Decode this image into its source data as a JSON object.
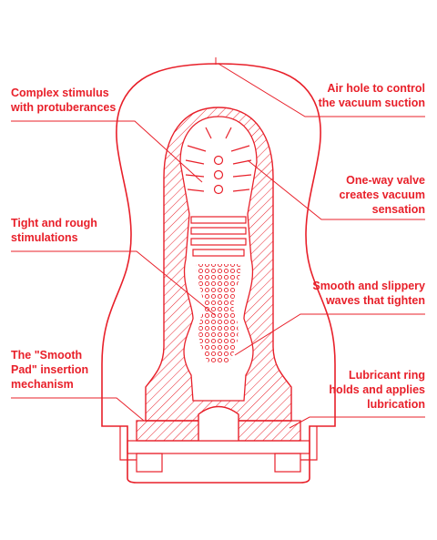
{
  "colors": {
    "accent": "#e8202a",
    "background": "#ffffff"
  },
  "labels": {
    "complex": "Complex stimulus\nwith protuberances",
    "tight": "Tight and rough\nstimulations",
    "smooth_pad": "The \"Smooth\nPad\" insertion\nmechanism",
    "air_hole": "Air hole to control\nthe vacuum suction",
    "valve": "One-way valve\ncreates vacuum\nsensation",
    "waves": "Smooth and slippery\nwaves that tighten",
    "lubricant": "Lubricant ring\nholds and applies\nlubrication"
  }
}
